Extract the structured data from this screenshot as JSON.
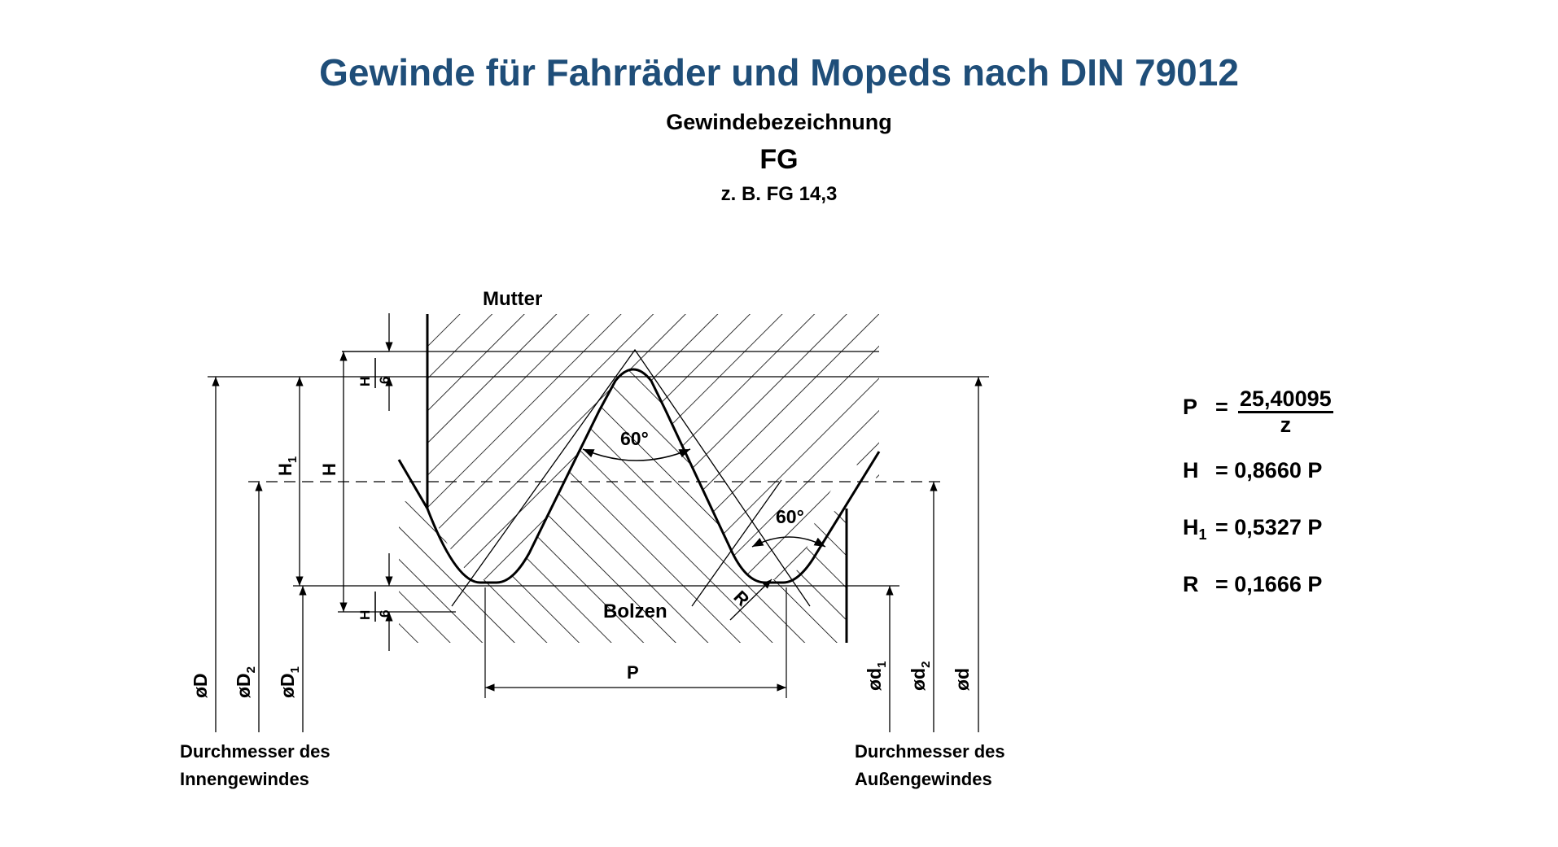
{
  "title": "Gewinde für Fahrräder und Mopeds nach DIN 79012",
  "subtitle_label": "Gewindebezeichnung",
  "designation": "FG",
  "example": "z. B. FG 14,3",
  "diagram": {
    "nut_label": "Mutter",
    "bolt_label": "Bolzen",
    "angle_label": "60°",
    "radius_label": "R",
    "pitch_label": "P",
    "h_label": "H",
    "h1_main": "H",
    "h1_sub": "1",
    "h6_num": "H",
    "h6_den": "6",
    "diameters_left": [
      {
        "main": "øD",
        "sub": ""
      },
      {
        "main": "øD",
        "sub": "2"
      },
      {
        "main": "øD",
        "sub": "1"
      }
    ],
    "diameters_right": [
      {
        "main": "ød",
        "sub": "1"
      },
      {
        "main": "ød",
        "sub": "2"
      },
      {
        "main": "ød",
        "sub": ""
      }
    ],
    "caption_inner_line1": "Durchmesser des",
    "caption_inner_line2": "Innengewindes",
    "caption_outer_line1": "Durchmesser des",
    "caption_outer_line2": "Außengewindes"
  },
  "formulas": {
    "p_sym": "P",
    "p_eq": "=",
    "p_num": "25,40095",
    "p_den": "z",
    "h_sym": "H",
    "h_val": "= 0,8660 P",
    "h1_sym": "H",
    "h1_sub": "1",
    "h1_val": "= 0,5327 P",
    "r_sym": "R",
    "r_val": "= 0,1666 P"
  }
}
